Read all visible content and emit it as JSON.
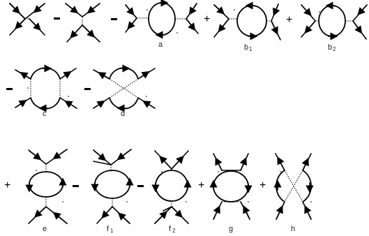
{
  "diagram": {
    "row1": {
      "signs": [
        "-",
        "-",
        "+",
        "+"
      ],
      "labels": [
        "a",
        "b",
        "1",
        "b",
        "2"
      ]
    },
    "row2": {
      "signs": [
        "-",
        "-"
      ],
      "labels": [
        "c",
        "d"
      ]
    },
    "row3": {
      "signs": [
        "+",
        "-",
        "-",
        "+",
        "+"
      ],
      "labels": [
        "e",
        "f",
        "1",
        "f",
        "2",
        "g",
        "h"
      ]
    }
  }
}
